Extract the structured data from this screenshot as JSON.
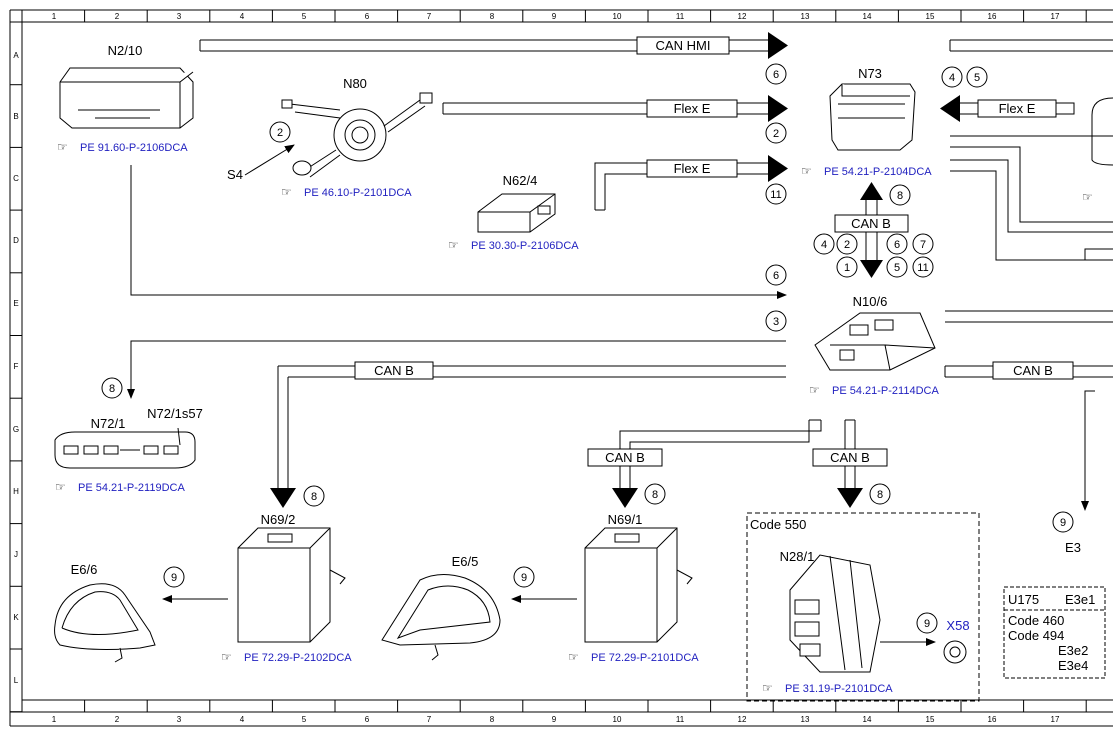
{
  "ruler": {
    "columns": [
      "1",
      "2",
      "3",
      "4",
      "5",
      "6",
      "7",
      "8",
      "9",
      "10",
      "11",
      "12",
      "13",
      "14",
      "15",
      "16",
      "17"
    ],
    "rows": [
      "A",
      "B",
      "C",
      "D",
      "E",
      "F",
      "G",
      "H",
      "J",
      "K",
      "L"
    ]
  },
  "components": {
    "n2_10": "N2/10",
    "n80": "N80",
    "s4": "S4",
    "n62_4": "N62/4",
    "n73": "N73",
    "n10_6": "N10/6",
    "n72_1": "N72/1",
    "n72_1s57": "N72/1s57",
    "n69_2": "N69/2",
    "n69_1": "N69/1",
    "e6_6": "E6/6",
    "e6_5": "E6/5",
    "code550": "Code 550",
    "n28_1": "N28/1",
    "x58": "X58",
    "e3": "E3"
  },
  "buses": {
    "can_hmi": "CAN HMI",
    "flex_e": "Flex E",
    "can_b": "CAN B"
  },
  "refs": {
    "n2_10": "PE 91.60-P-2106DCA",
    "n80": "PE 46.10-P-2101DCA",
    "n62_4": "PE 30.30-P-2106DCA",
    "n73": "PE 54.21-P-2104DCA",
    "n10_6": "PE 54.21-P-2114DCA",
    "n72_1": "PE 54.21-P-2119DCA",
    "n69_2": "PE 72.29-P-2102DCA",
    "n69_1": "PE 72.29-P-2101DCA",
    "n28_1": "PE 31.19-P-2101DCA"
  },
  "circles": {
    "c6a": "6",
    "c2a": "2",
    "c11a": "11",
    "c6b": "6",
    "c3": "3",
    "c4a": "4",
    "c5a": "5",
    "c8a": "8",
    "c4b": "4",
    "c2b": "2",
    "c6c": "6",
    "c7": "7",
    "c1": "1",
    "c5b": "5",
    "c11b": "11",
    "c8b": "8",
    "c8c": "8",
    "c8d": "8",
    "c8e": "8",
    "c9a": "9",
    "c9b": "9",
    "c9c": "9",
    "c9d": "9",
    "c2s4": "2"
  },
  "codebox": {
    "u175": "U175",
    "e3e1": "E3e1",
    "code460": "Code 460",
    "code494": "Code 494",
    "e3e2": "E3e2",
    "e3e4": "E3e4"
  }
}
